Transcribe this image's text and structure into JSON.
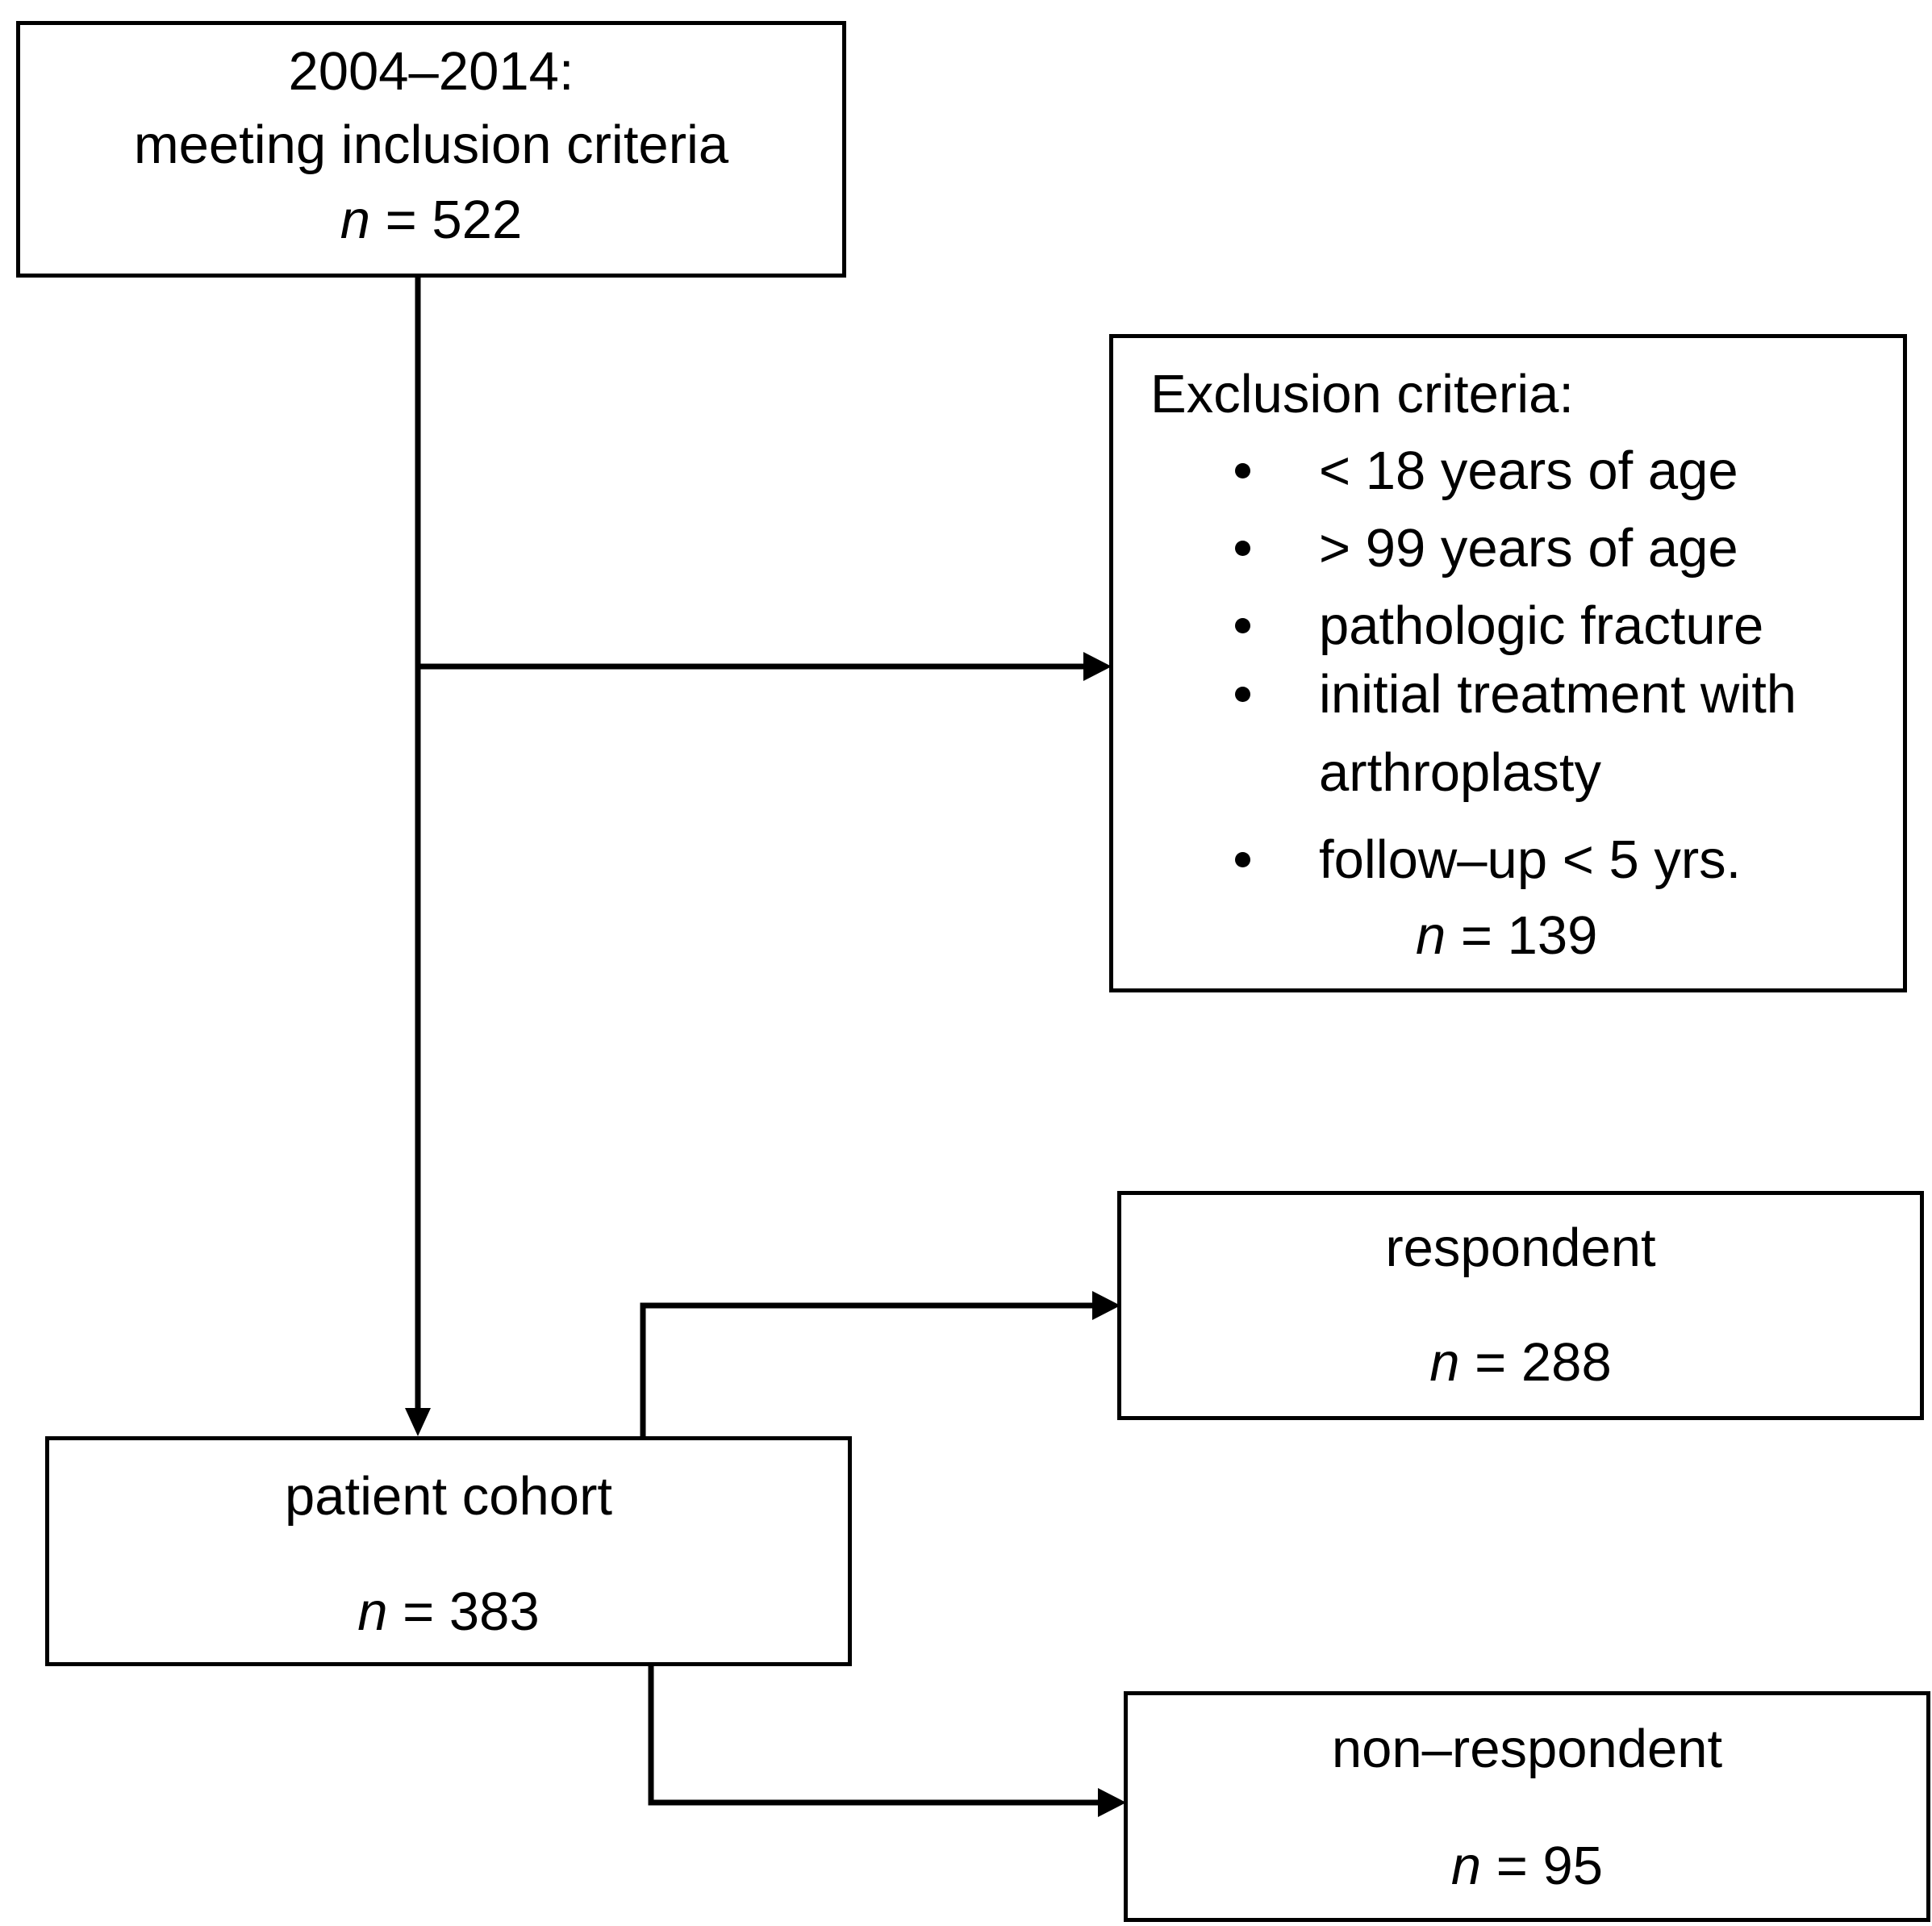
{
  "inclusion": {
    "period": "2004–2014:",
    "label": "meeting inclusion criteria",
    "n_symbol": "n",
    "n_value": "= 522"
  },
  "exclusion": {
    "title": "Exclusion criteria:",
    "items": [
      {
        "lines": [
          "< 18 years of age"
        ]
      },
      {
        "lines": [
          "> 99 years of age"
        ]
      },
      {
        "lines": [
          "pathologic fracture"
        ]
      },
      {
        "lines": [
          "initial treatment with",
          "arthroplasty"
        ]
      },
      {
        "lines": [
          "follow–up < 5 yrs."
        ]
      }
    ],
    "n_symbol": "n",
    "n_value": "= 139"
  },
  "cohort": {
    "label": "patient cohort",
    "n_symbol": "n",
    "n_value": "= 383"
  },
  "respondent": {
    "label": "respondent",
    "n_symbol": "n",
    "n_value": "= 288"
  },
  "non_respondent": {
    "label": "non–respondent",
    "n_symbol": "n",
    "n_value": "= 95"
  }
}
